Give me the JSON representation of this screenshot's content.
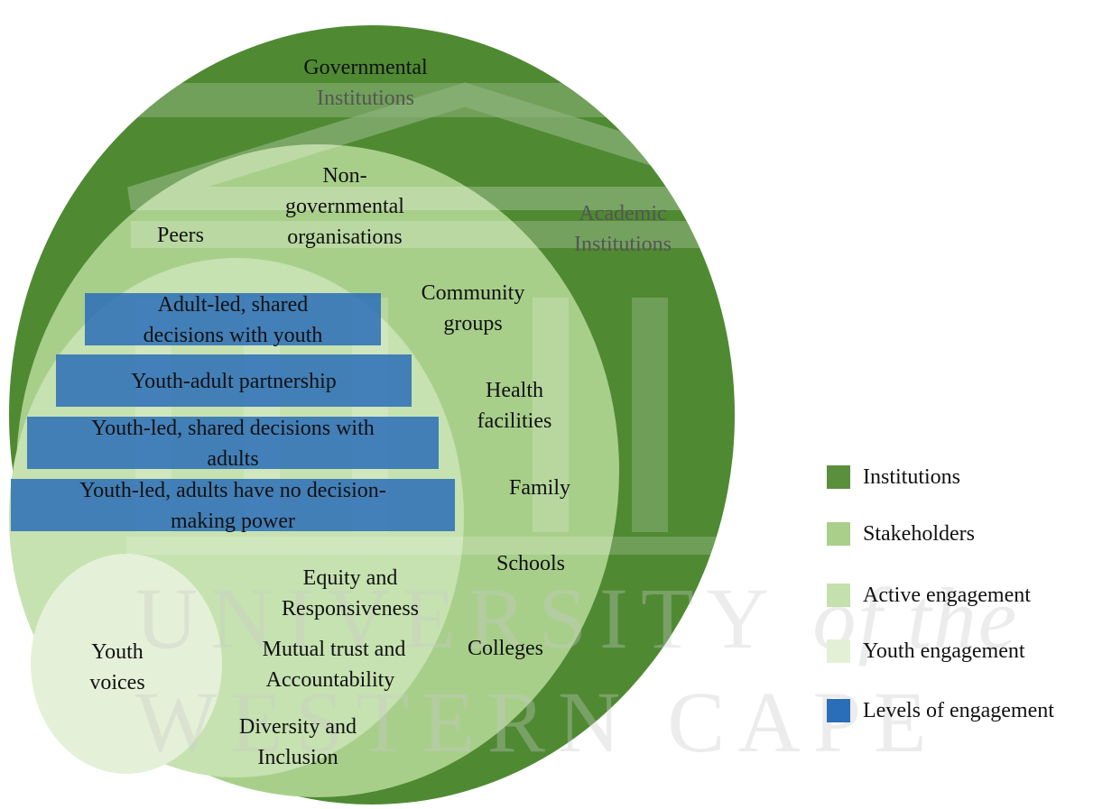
{
  "colors": {
    "institutions": "#5a8f3c",
    "stakeholders": "#a9cf8a",
    "active_engagement": "#c4e0ad",
    "youth_engagement": "#e3f0d6",
    "levels_of_engagement": "#2a6db8"
  },
  "watermark": {
    "line1": "UNIVERSITY",
    "line1_italic": "of the",
    "line2": "WESTERN  CAPE"
  },
  "institutions": {
    "governmental": "Governmental",
    "governmental_2": "Institutions",
    "academic": "Academic",
    "academic_2": "Institutions"
  },
  "stakeholders": {
    "ngo_1": "Non-",
    "ngo_2": "governmental",
    "ngo_3": "organisations",
    "peers": "Peers",
    "community_1": "Community",
    "community_2": "groups",
    "health_1": "Health",
    "health_2": "facilities",
    "family": "Family",
    "schools": "Schools",
    "colleges": "Colleges"
  },
  "levels": [
    {
      "line1": "Adult-led, shared",
      "line2": "decisions with youth"
    },
    {
      "line1": "Youth-adult partnership",
      "line2": ""
    },
    {
      "line1": "Youth-led, shared decisions with",
      "line2": "adults"
    },
    {
      "line1": "Youth-led, adults have no decision-",
      "line2": "making power"
    }
  ],
  "principles": {
    "equity_1": "Equity and",
    "equity_2": "Responsiveness",
    "trust_1": "Mutual trust and",
    "trust_2": "Accountability",
    "diversity_1": "Diversity and",
    "diversity_2": "Inclusion"
  },
  "youth": {
    "voices_1": "Youth",
    "voices_2": "voices"
  },
  "legend": [
    {
      "label": "Institutions",
      "color": "#5a8f3c"
    },
    {
      "label": "Stakeholders",
      "color": "#a9cf8a"
    },
    {
      "label": "Active engagement",
      "color": "#c4e0ad"
    },
    {
      "label": "Youth engagement",
      "color": "#e3f0d6"
    },
    {
      "label": "Levels of engagement",
      "color": "#2a6db8"
    }
  ]
}
